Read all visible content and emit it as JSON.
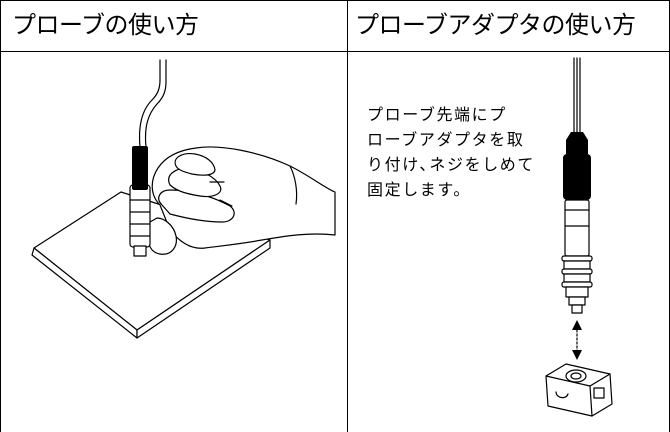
{
  "headers": {
    "left": "プローブの使い方",
    "right": "プローブアダプタの使い方"
  },
  "instruction": "プローブ先端にプ\nローブアダプタを取\nり付け､ネジをしめて\n固定します。",
  "illustrations": {
    "left": "hand-holding-probe-on-plate",
    "right": "probe-with-adapter-attachment"
  }
}
